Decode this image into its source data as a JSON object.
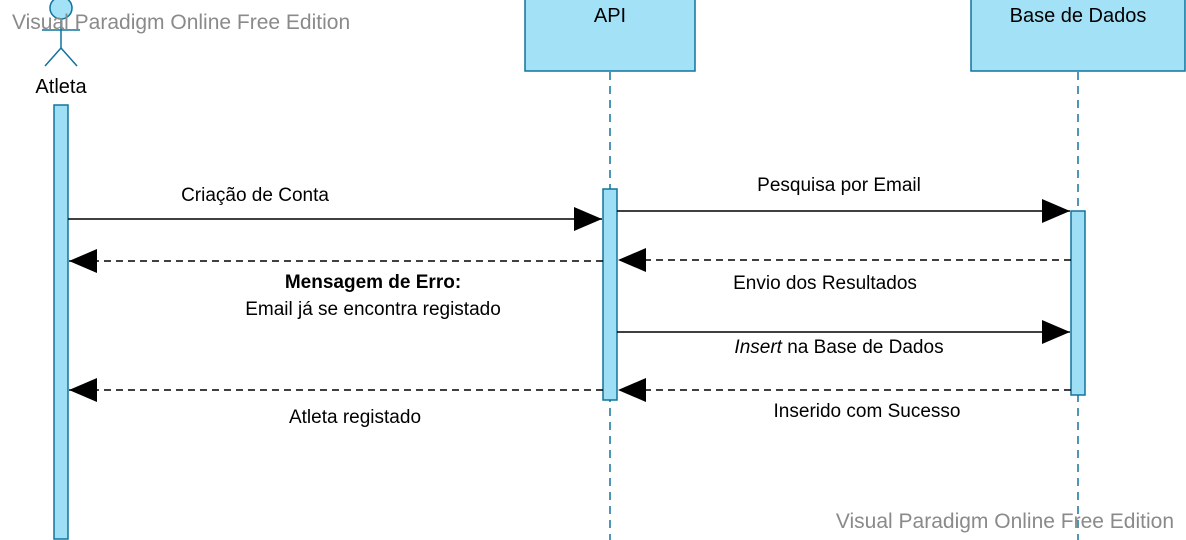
{
  "watermarks": {
    "top": "Visual Paradigm Online Free Edition",
    "bottom": "Visual Paradigm Online Free Edition"
  },
  "participants": {
    "actor": {
      "name": "Atleta"
    },
    "api": {
      "name": "API"
    },
    "db": {
      "name": "Base de Dados"
    }
  },
  "messages": {
    "create_account": {
      "label": "Criação de Conta"
    },
    "search_email": {
      "label": "Pesquisa por Email"
    },
    "send_results": {
      "label": "Envio dos Resultados"
    },
    "error_message": {
      "label_bold": "Mensagem de Erro:",
      "label_line2": "Email já se encontra registado"
    },
    "insert_db": {
      "label_italic": "Insert",
      "label_rest": " na Base de Dados"
    },
    "insert_success": {
      "label": "Inserido com Sucesso"
    },
    "athlete_registered": {
      "label": "Atleta registado"
    }
  },
  "colors": {
    "box_fill": "#a3e1f6",
    "activation_fill": "#9fdff5",
    "box_stroke": "#10739e",
    "lifeline": "#10739e",
    "arrow": "#000000",
    "watermark": "#8a8a8a"
  }
}
